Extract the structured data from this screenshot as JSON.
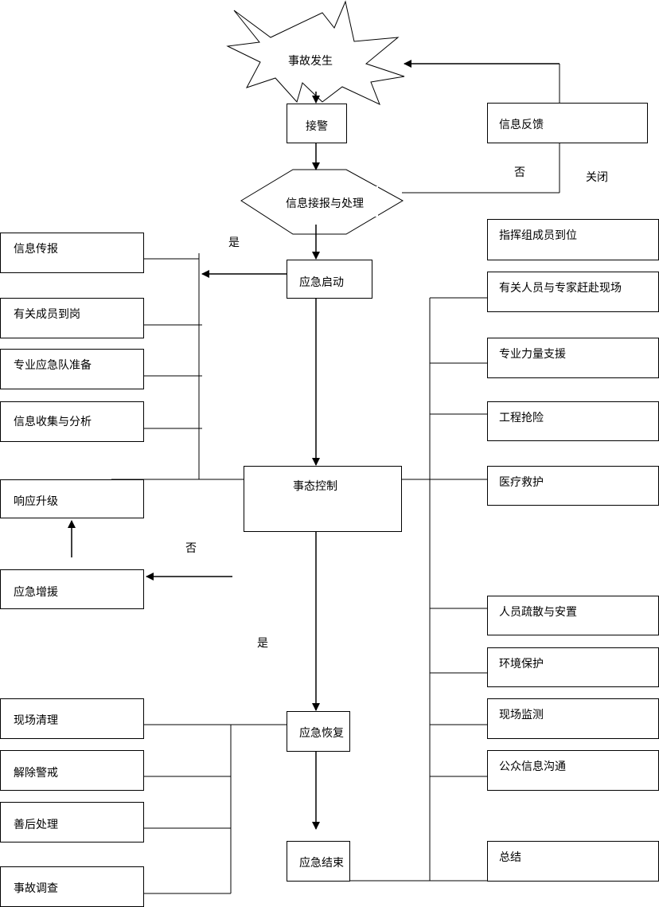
{
  "start": "事故发生",
  "main": {
    "receive": "接警",
    "process": "信息接报与处理",
    "start_response": "应急启动",
    "control": "事态控制",
    "recovery": "应急恢复",
    "end": "应急结束"
  },
  "feedback": {
    "box": "信息反馈",
    "no": "否",
    "close": "关闭"
  },
  "decisions": {
    "yes_top": "是",
    "no_mid": "否",
    "yes_mid": "是"
  },
  "left_start": [
    "信息传报",
    "有关成员到岗",
    "专业应急队准备",
    "信息收集与分析"
  ],
  "left_control": [
    "响应升级",
    "应急增援"
  ],
  "left_recovery": [
    "现场清理",
    "解除警戒",
    "善后处理",
    "事故调查"
  ],
  "right": [
    "指挥组成员到位",
    "有关人员与专家赶赴现场",
    "专业力量支援",
    "工程抢险",
    "医疗救护",
    "人员疏散与安置",
    "环境保护",
    "现场监测",
    "公众信息沟通",
    "总结"
  ]
}
